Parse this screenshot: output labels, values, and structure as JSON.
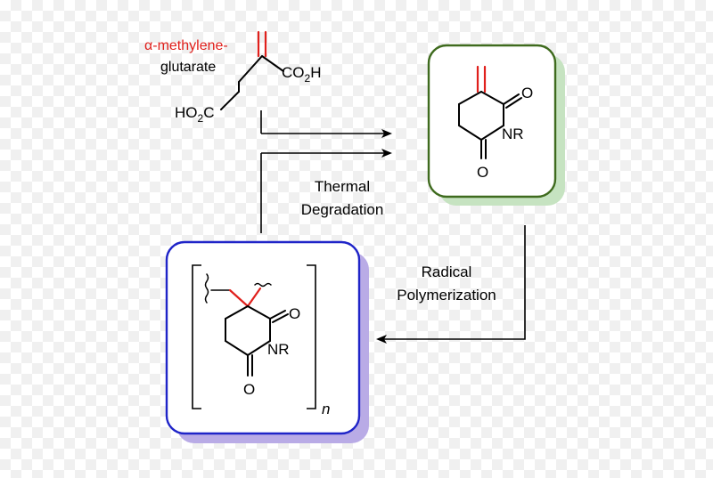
{
  "title_prefix": "α-methylene-",
  "title_suffix": "glutarate",
  "accent_color": "#e0201c",
  "monomer_box_color": "#3f6b1e",
  "monomer_shadow_color": "#c6e3c1",
  "polymer_box_color": "#1f24c8",
  "polymer_shadow_color": "#b9abe6",
  "acid": {
    "top_group": "CO",
    "top_sub": "2",
    "top_h": "H",
    "bottom_group": "HO",
    "bottom_sub": "2",
    "bottom_c": "C"
  },
  "monomer": {
    "carbonyl_top": "O",
    "amide": "NR",
    "carbonyl_bottom": "O"
  },
  "polymer": {
    "carbonyl_top": "O",
    "amide": "NR",
    "carbonyl_bottom": "O",
    "repeat": "n"
  },
  "thermal_label": [
    "Thermal",
    "Degradation"
  ],
  "radical_label": [
    "Radical",
    "Polymerization"
  ]
}
